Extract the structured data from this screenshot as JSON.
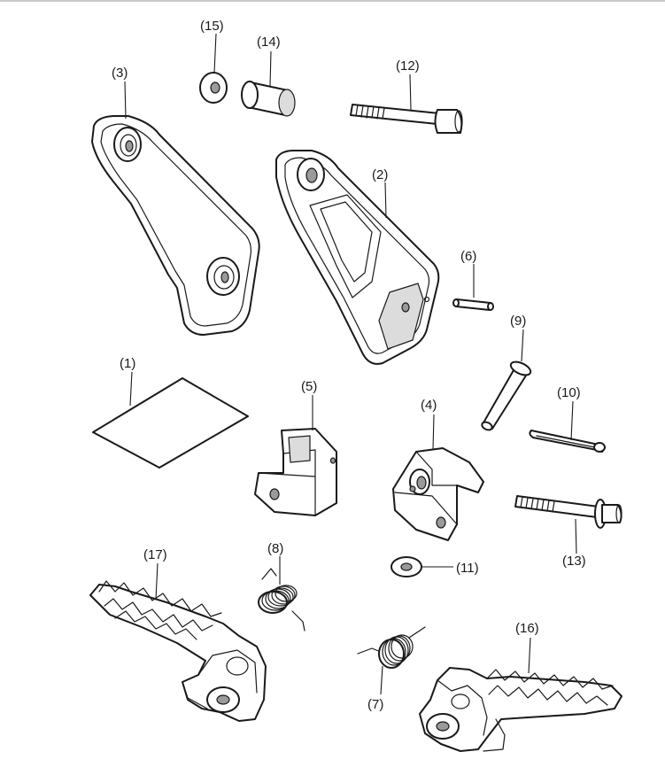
{
  "parts": [
    {
      "id": "1",
      "label": "(1)",
      "icon": "sheet-icon"
    },
    {
      "id": "2",
      "label": "(2)",
      "icon": "bracket-right-icon"
    },
    {
      "id": "3",
      "label": "(3)",
      "icon": "bracket-left-icon"
    },
    {
      "id": "4",
      "label": "(4)",
      "icon": "footpeg-holder-icon"
    },
    {
      "id": "5",
      "label": "(5)",
      "icon": "footpeg-holder-icon"
    },
    {
      "id": "6",
      "label": "(6)",
      "icon": "pin-icon"
    },
    {
      "id": "7",
      "label": "(7)",
      "icon": "spring-icon"
    },
    {
      "id": "8",
      "label": "(8)",
      "icon": "spring-icon"
    },
    {
      "id": "9",
      "label": "(9)",
      "icon": "pivot-pin-icon"
    },
    {
      "id": "10",
      "label": "(10)",
      "icon": "cotter-pin-icon"
    },
    {
      "id": "11",
      "label": "(11)",
      "icon": "washer-icon"
    },
    {
      "id": "12",
      "label": "(12)",
      "icon": "socket-bolt-icon"
    },
    {
      "id": "13",
      "label": "(13)",
      "icon": "flange-bolt-icon"
    },
    {
      "id": "14",
      "label": "(14)",
      "icon": "collar-icon"
    },
    {
      "id": "15",
      "label": "(15)",
      "icon": "washer-icon"
    },
    {
      "id": "16",
      "label": "(16)",
      "icon": "footpeg-icon"
    },
    {
      "id": "17",
      "label": "(17)",
      "icon": "footpeg-icon"
    }
  ]
}
